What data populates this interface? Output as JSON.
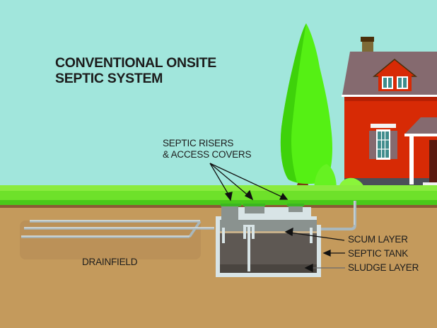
{
  "diagram": {
    "title_line1": "CONVENTIONAL ONSITE",
    "title_line2": "SEPTIC SYSTEM",
    "labels": {
      "risers_line1": "SEPTIC RISERS",
      "risers_line2": "& ACCESS COVERS",
      "scum_layer": "SCUM LAYER",
      "septic_tank": "SEPTIC TANK",
      "sludge_layer": "SLUDGE LAYER",
      "drainfield": "DRAINFIELD"
    },
    "colors": {
      "sky": "#a1e6dc",
      "grass": "#6ee12a",
      "soil": "#c49a5c",
      "tank_wall": "#d8e4e6",
      "house_wall": "#d72a05",
      "roof": "#856a6f",
      "tree": "#55f014"
    }
  }
}
